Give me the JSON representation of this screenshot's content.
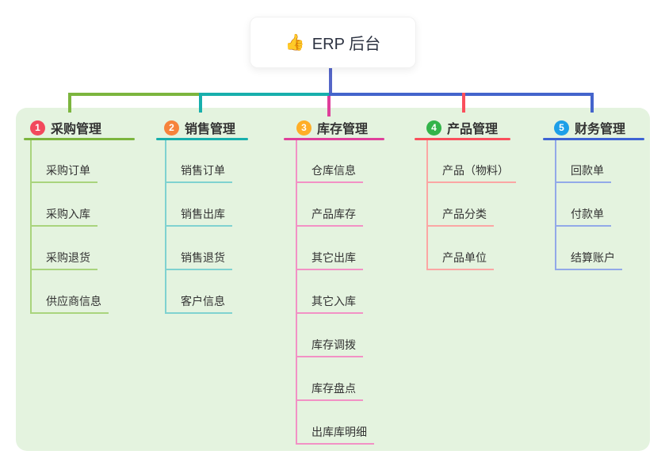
{
  "root": {
    "label": "ERP 后台",
    "emoji": "👍",
    "line_color": "#5566c8"
  },
  "panel": {
    "background": "#e4f3df"
  },
  "connector": {
    "bus_blue": "#4464cc"
  },
  "branches": [
    {
      "number": "1",
      "label": "采购管理",
      "badge_color": "#f2495c",
      "line_color": "#7cb53e",
      "child_line_color": "#a9d47d",
      "children": [
        "采购订单",
        "采购入库",
        "采购退货",
        "供应商信息"
      ]
    },
    {
      "number": "2",
      "label": "销售管理",
      "badge_color": "#f6833c",
      "line_color": "#17afac",
      "child_line_color": "#7fd2d0",
      "children": [
        "销售订单",
        "销售出库",
        "销售退货",
        "客户信息"
      ]
    },
    {
      "number": "3",
      "label": "库存管理",
      "badge_color": "#ffae27",
      "line_color": "#df3f9b",
      "child_line_color": "#f291c5",
      "children": [
        "仓库信息",
        "产品库存",
        "其它出库",
        "其它入库",
        "库存调拨",
        "库存盘点",
        "出库库明细"
      ]
    },
    {
      "number": "4",
      "label": "产品管理",
      "badge_color": "#33b44a",
      "line_color": "#fa4f5c",
      "child_line_color": "#fba6a4",
      "children": [
        "产品（物料）",
        "产品分类",
        "产品单位"
      ]
    },
    {
      "number": "5",
      "label": "财务管理",
      "badge_color": "#1d9fe8",
      "line_color": "#3e63d4",
      "child_line_color": "#92a9e8",
      "children": [
        "回款单",
        "付款单",
        "结算账户"
      ]
    }
  ]
}
